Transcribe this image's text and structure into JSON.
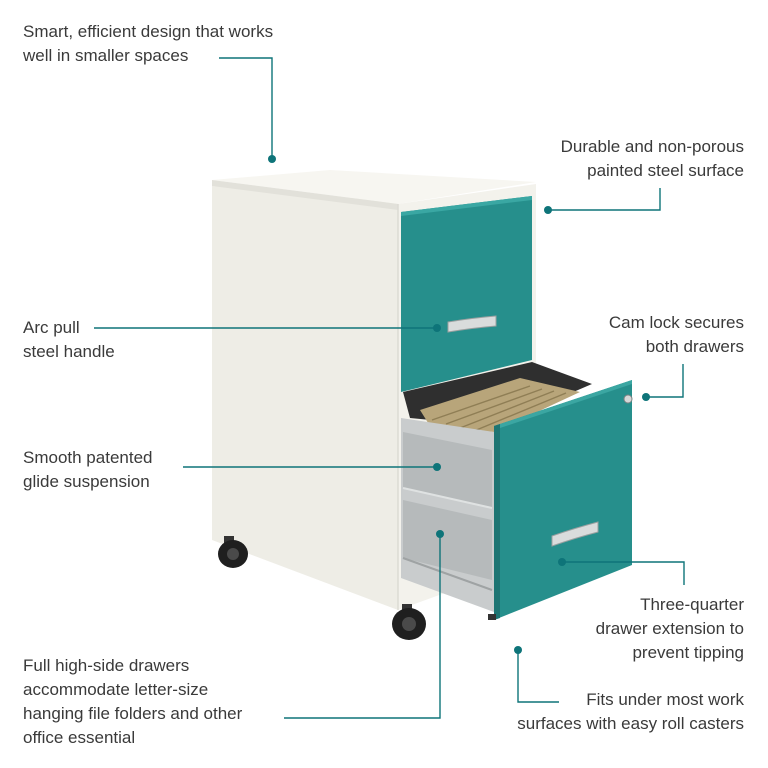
{
  "callouts": {
    "design": "Smart, efficient design that works\nwell in smaller spaces",
    "surface": "Durable and non-porous\npainted steel surface",
    "handle": "Arc pull\nsteel handle",
    "lock": "Cam lock secures\nboth drawers",
    "glide": "Smooth patented\nglide suspension",
    "extension": "Three-quarter\ndrawer extension to\nprevent tipping",
    "drawers": "Full high-side drawers\naccommodate letter-size\nhanging file folders and other\noffice essential",
    "casters": "Fits under most work\nsurfaces with easy roll casters"
  },
  "colors": {
    "accent": "#0e7479",
    "drawer_front": "#268f8c",
    "cabinet_body": "#f1f0ea",
    "text": "#3a3a3a"
  }
}
